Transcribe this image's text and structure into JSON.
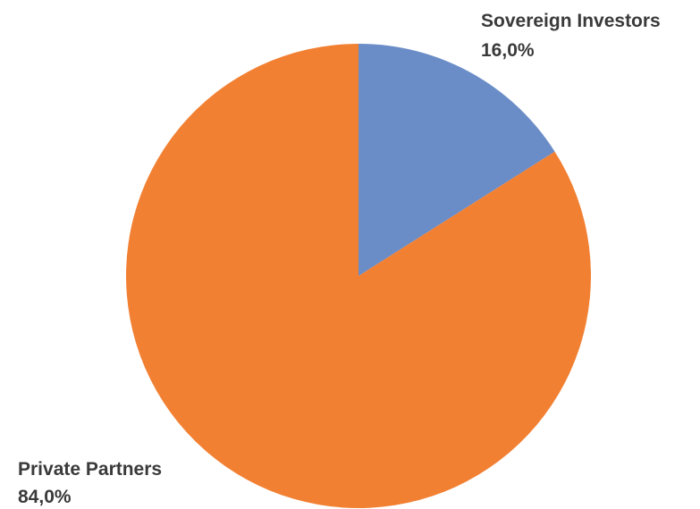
{
  "chart_data": {
    "type": "pie",
    "title": "",
    "slices": [
      {
        "name": "Sovereign Investors",
        "value": 16.0,
        "value_label": "16,0%",
        "color": "#6a8cc7"
      },
      {
        "name": "Private Partners",
        "value": 84.0,
        "value_label": "84,0%",
        "color": "#f28033"
      }
    ],
    "start_angle": "12 o'clock",
    "direction": "clockwise",
    "legend": "none",
    "labels": "outside, adjacent to slice"
  }
}
